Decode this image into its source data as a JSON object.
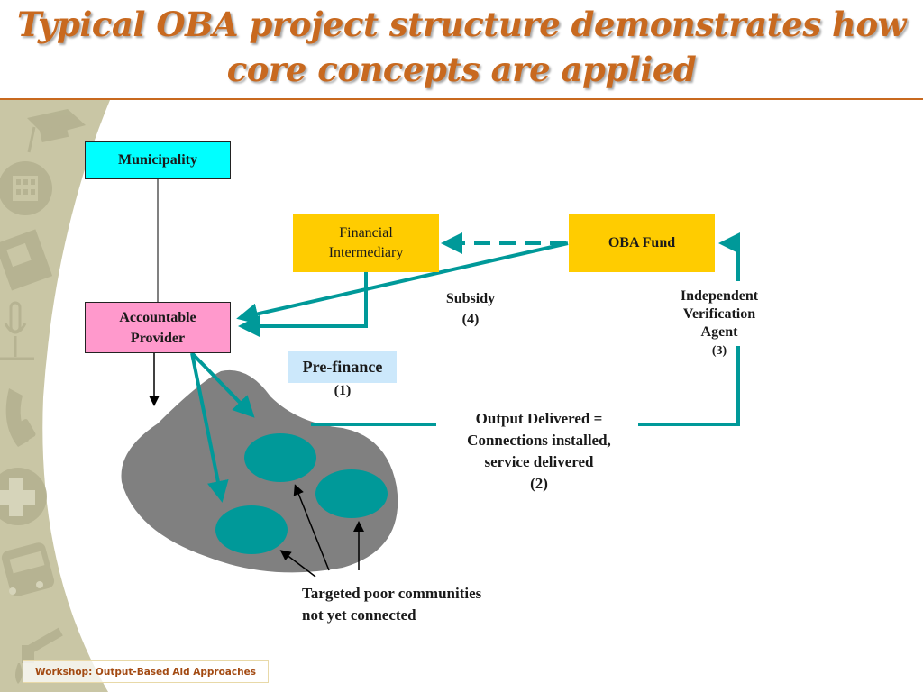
{
  "slide": {
    "title_line1": "Typical OBA project structure demonstrates how",
    "title_line2": "core concepts are applied",
    "footer": "Workshop: Output-Based Aid Approaches"
  },
  "colors": {
    "title": "#c8691f",
    "arrow_teal": "#009999",
    "community_teal": "#009999",
    "region_gray": "#808080",
    "sidebar_olive": "#c9c6a5",
    "municipality_fill": "#00ffff",
    "provider_fill": "#ff99cc",
    "fund_fill": "#ffcc00",
    "prefinance_fill": "#cce8fb"
  },
  "nodes": {
    "municipality": "Municipality",
    "provider_line1": "Accountable",
    "provider_line2": "Provider",
    "intermediary_line1": "Financial",
    "intermediary_line2": "Intermediary",
    "oba_fund": "OBA Fund",
    "prefinance": "Pre-finance"
  },
  "labels": {
    "prefinance_step": "(1)",
    "subsidy": "Subsidy",
    "subsidy_step": "(4)",
    "iva_line1": "Independent",
    "iva_line2": "Verification",
    "iva_line3": "Agent",
    "iva_step": "(3)",
    "output_line1": "Output Delivered =",
    "output_line2": "Connections installed,",
    "output_line3": "service delivered",
    "output_step": "(2)",
    "target_line1": "Targeted poor communities",
    "target_line2": "not yet connected"
  },
  "sidebar_icons": [
    "graduation-cap-icon",
    "building-icon",
    "electric-plug-icon",
    "microphone-icon",
    "telephone-icon",
    "medical-cross-icon",
    "bus-icon",
    "water-tap-icon"
  ]
}
